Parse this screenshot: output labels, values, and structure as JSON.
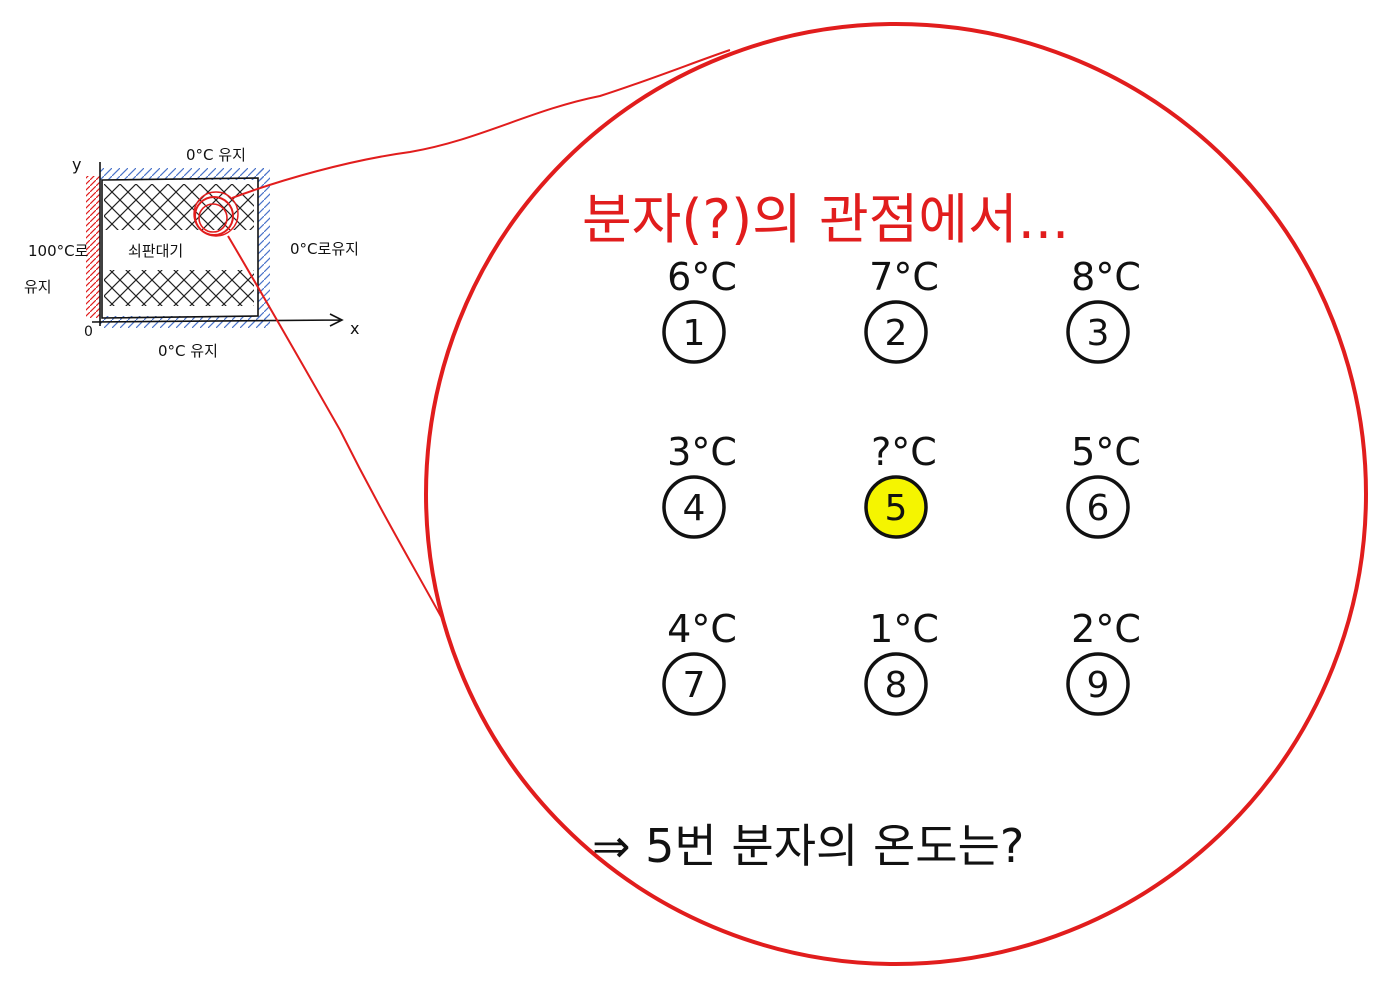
{
  "sketch": {
    "top_label": "0°C 유지",
    "bottom_label": "0°C 유지",
    "left_label_line1": "100°C로",
    "left_label_line2": "유지",
    "right_label": "0°C로유지",
    "plate_label": "쇠판대기",
    "y_axis_label": "y",
    "x_axis_label": "x",
    "origin_label": "0"
  },
  "zoom": {
    "heading": "분자(?)의 관점에서...",
    "question": "⇒ 5번 분자의 온도는?"
  },
  "molecules": [
    {
      "number": "1",
      "temp": "6°C",
      "highlight": false
    },
    {
      "number": "2",
      "temp": "7°C",
      "highlight": false
    },
    {
      "number": "3",
      "temp": "8°C",
      "highlight": false
    },
    {
      "number": "4",
      "temp": "3°C",
      "highlight": false
    },
    {
      "number": "5",
      "temp": "?°C",
      "highlight": true
    },
    {
      "number": "6",
      "temp": "5°C",
      "highlight": false
    },
    {
      "number": "7",
      "temp": "4°C",
      "highlight": false
    },
    {
      "number": "8",
      "temp": "1°C",
      "highlight": false
    },
    {
      "number": "9",
      "temp": "2°C",
      "highlight": false
    }
  ],
  "colors": {
    "red": "#e11d1d",
    "blue": "#4a73c9",
    "highlight": "#f5f500",
    "ink": "#111111"
  }
}
